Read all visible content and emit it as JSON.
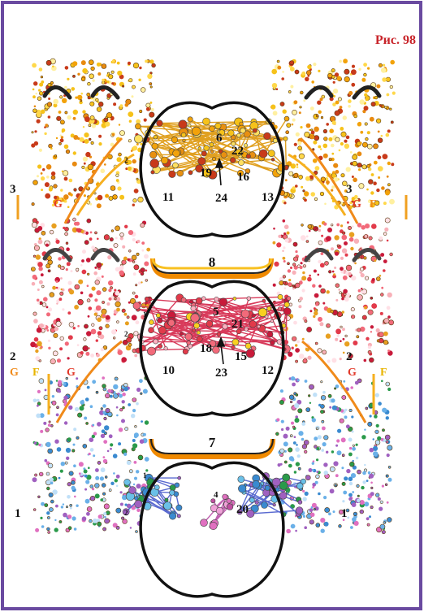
{
  "figure_label": "Рис. 98",
  "colors": {
    "frame": "#6a4aa0",
    "title": "#c8242a",
    "yellow_tone": "#f2b21a",
    "red_tone": "#e23a4a",
    "blue_tone": "#3a8ad0",
    "band_orange": "#f08a00"
  },
  "side_numbers": {
    "top_left": "3",
    "top_right": "3",
    "mid_left": "2",
    "mid_right": "2",
    "bottom_left": "1",
    "bottom_right": "1"
  },
  "arrow_letters": {
    "g_top_left": "G",
    "g_top_right": "G",
    "f_top_right": "F",
    "g_mid_left": "G",
    "f_mid_left": "F",
    "g_mid_left2": "G",
    "g_mid_right": "G",
    "f_mid_right": "F"
  },
  "bands": {
    "upper": "8",
    "lower": "7"
  },
  "top_cell": {
    "small_1": "1",
    "small_2": "2",
    "num_6": "6",
    "num_22": "22",
    "num_19": "19",
    "num_16": "16",
    "num_11": "11",
    "num_24": "24",
    "num_13": "13"
  },
  "middle_cell": {
    "small_1": "1",
    "small_2": "2",
    "num_5": "5",
    "num_21": "21",
    "num_18": "18",
    "num_15": "15",
    "num_10": "10",
    "num_23": "23",
    "num_12": "12"
  },
  "bottom_cell": {
    "small_1": "1",
    "small_2": "2",
    "num_4": "4",
    "num_20": "20"
  }
}
